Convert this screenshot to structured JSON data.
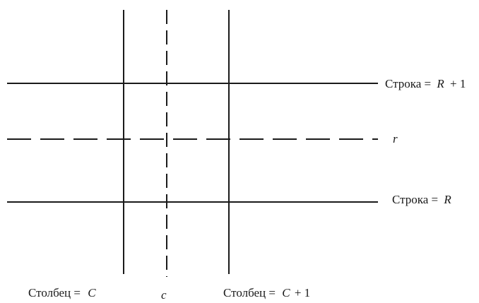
{
  "labels": {
    "row_top_prefix": "Строка =",
    "row_top_var": "R",
    "row_top_suffix": "+ 1",
    "row_dashed_var": "r",
    "row_bottom_prefix": "Строка =",
    "row_bottom_var": "R",
    "col_left_prefix": "Столбец =",
    "col_left_var": "C",
    "col_dashed_var": "c",
    "col_right_prefix": "Столбец =",
    "col_right_var": "C",
    "col_right_suffix": "+ 1"
  },
  "colors": {
    "line": "#1a1a1a",
    "background": "#ffffff"
  }
}
